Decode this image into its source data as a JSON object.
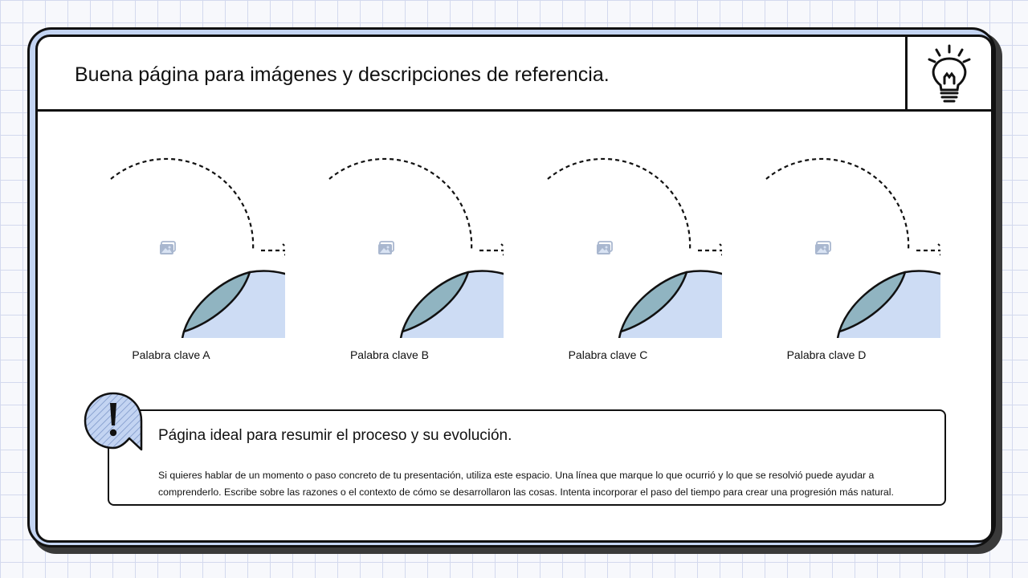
{
  "slide": {
    "title": "Buena página para imágenes y descripciones de referencia."
  },
  "header_icon": "lightbulb-icon",
  "steps": [
    {
      "label": "Palabra clave A",
      "image": "image-placeholder-icon"
    },
    {
      "label": "Palabra clave B",
      "image": "image-placeholder-icon"
    },
    {
      "label": "Palabra clave C",
      "image": "image-placeholder-icon"
    },
    {
      "label": "Palabra clave D",
      "image": "image-placeholder-icon"
    }
  ],
  "note": {
    "icon": "exclamation-speech-bubble-icon",
    "title": "Página ideal para resumir el proceso y su evolución.",
    "body": "Si quieres hablar de un momento o paso concreto de tu presentación, utiliza este espacio. Una línea que marque lo que ocurrió y lo que se resolvió puede ayudar a comprenderlo. Escribe sobre las razones o el contexto de cómo se desarrollaron las cosas. Intenta incorporar el paso del tiempo para crear una progresión más natural."
  },
  "colors": {
    "frame": "#c3d4f2",
    "circle_fill": "#cddcf4",
    "curl_fill": "#90b4c1",
    "outline": "#111111",
    "placeholder": "#a9b7cf"
  }
}
